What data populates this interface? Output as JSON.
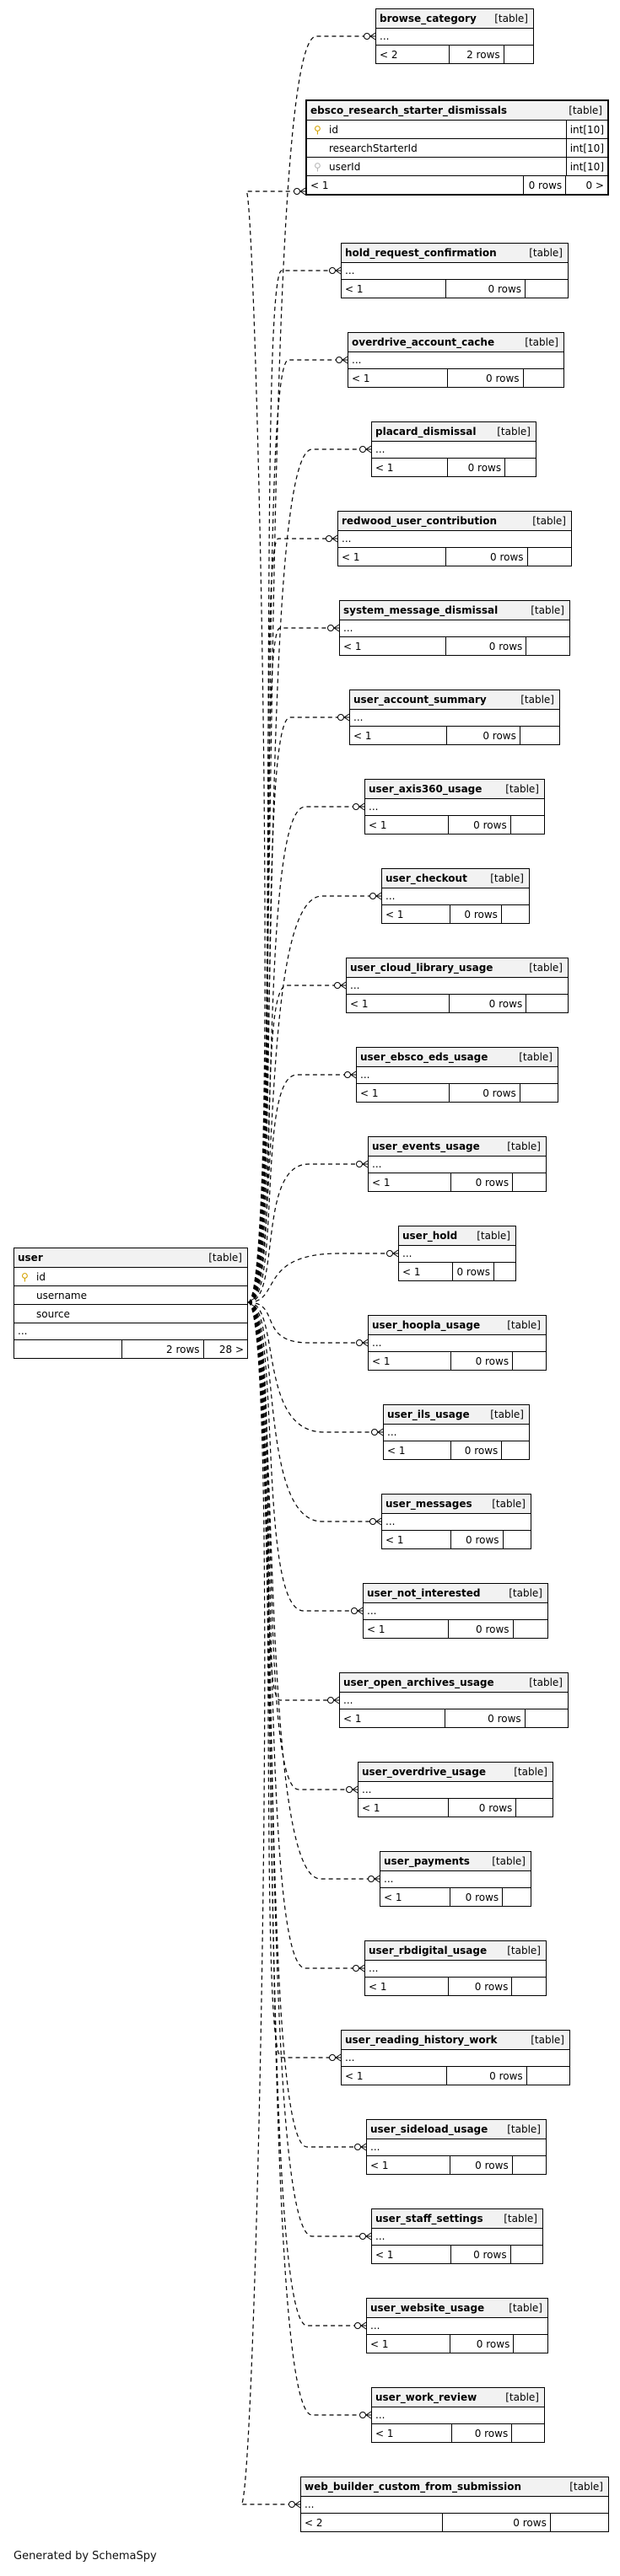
{
  "diagram": {
    "generated_by": "Generated by SchemaSpy",
    "main_table": {
      "name": "user",
      "kind": "[table]",
      "columns": [
        {
          "name": "id",
          "icon": "primary-key-icon"
        },
        {
          "name": "username",
          "icon": ""
        },
        {
          "name": "source",
          "icon": ""
        }
      ],
      "more": "...",
      "footer": [
        "",
        "2 rows",
        "28 >"
      ]
    },
    "focus_table": {
      "name": "ebsco_research_starter_dismissals",
      "kind": "[table]",
      "columns": [
        {
          "name": "id",
          "type": "int[10]",
          "icon": "primary-key-icon"
        },
        {
          "name": "researchStarterId",
          "type": "int[10]",
          "icon": ""
        },
        {
          "name": "userId",
          "type": "int[10]",
          "icon": "foreign-key-icon"
        }
      ],
      "footer": [
        "< 1",
        "0 rows",
        "0 >"
      ]
    },
    "related_tables": [
      {
        "name": "browse_category",
        "kind": "[table]",
        "more": "...",
        "footer": [
          "< 2",
          "2 rows",
          ""
        ]
      },
      {
        "name": "hold_request_confirmation",
        "kind": "[table]",
        "more": "...",
        "footer": [
          "< 1",
          "0 rows",
          ""
        ]
      },
      {
        "name": "overdrive_account_cache",
        "kind": "[table]",
        "more": "...",
        "footer": [
          "< 1",
          "0 rows",
          ""
        ]
      },
      {
        "name": "placard_dismissal",
        "kind": "[table]",
        "more": "...",
        "footer": [
          "< 1",
          "0 rows",
          ""
        ]
      },
      {
        "name": "redwood_user_contribution",
        "kind": "[table]",
        "more": "...",
        "footer": [
          "< 1",
          "0 rows",
          ""
        ]
      },
      {
        "name": "system_message_dismissal",
        "kind": "[table]",
        "more": "...",
        "footer": [
          "< 1",
          "0 rows",
          ""
        ]
      },
      {
        "name": "user_account_summary",
        "kind": "[table]",
        "more": "...",
        "footer": [
          "< 1",
          "0 rows",
          ""
        ]
      },
      {
        "name": "user_axis360_usage",
        "kind": "[table]",
        "more": "...",
        "footer": [
          "< 1",
          "0 rows",
          ""
        ]
      },
      {
        "name": "user_checkout",
        "kind": "[table]",
        "more": "...",
        "footer": [
          "< 1",
          "0 rows",
          ""
        ]
      },
      {
        "name": "user_cloud_library_usage",
        "kind": "[table]",
        "more": "...",
        "footer": [
          "< 1",
          "0 rows",
          ""
        ]
      },
      {
        "name": "user_ebsco_eds_usage",
        "kind": "[table]",
        "more": "...",
        "footer": [
          "< 1",
          "0 rows",
          ""
        ]
      },
      {
        "name": "user_events_usage",
        "kind": "[table]",
        "more": "...",
        "footer": [
          "< 1",
          "0 rows",
          ""
        ]
      },
      {
        "name": "user_hold",
        "kind": "[table]",
        "more": "...",
        "footer": [
          "< 1",
          "0 rows",
          ""
        ]
      },
      {
        "name": "user_hoopla_usage",
        "kind": "[table]",
        "more": "...",
        "footer": [
          "< 1",
          "0 rows",
          ""
        ]
      },
      {
        "name": "user_ils_usage",
        "kind": "[table]",
        "more": "...",
        "footer": [
          "< 1",
          "0 rows",
          ""
        ]
      },
      {
        "name": "user_messages",
        "kind": "[table]",
        "more": "...",
        "footer": [
          "< 1",
          "0 rows",
          ""
        ]
      },
      {
        "name": "user_not_interested",
        "kind": "[table]",
        "more": "...",
        "footer": [
          "< 1",
          "0 rows",
          ""
        ]
      },
      {
        "name": "user_open_archives_usage",
        "kind": "[table]",
        "more": "...",
        "footer": [
          "< 1",
          "0 rows",
          ""
        ]
      },
      {
        "name": "user_overdrive_usage",
        "kind": "[table]",
        "more": "...",
        "footer": [
          "< 1",
          "0 rows",
          ""
        ]
      },
      {
        "name": "user_payments",
        "kind": "[table]",
        "more": "...",
        "footer": [
          "< 1",
          "0 rows",
          ""
        ]
      },
      {
        "name": "user_rbdigital_usage",
        "kind": "[table]",
        "more": "...",
        "footer": [
          "< 1",
          "0 rows",
          ""
        ]
      },
      {
        "name": "user_reading_history_work",
        "kind": "[table]",
        "more": "...",
        "footer": [
          "< 1",
          "0 rows",
          ""
        ]
      },
      {
        "name": "user_sideload_usage",
        "kind": "[table]",
        "more": "...",
        "footer": [
          "< 1",
          "0 rows",
          ""
        ]
      },
      {
        "name": "user_staff_settings",
        "kind": "[table]",
        "more": "...",
        "footer": [
          "< 1",
          "0 rows",
          ""
        ]
      },
      {
        "name": "user_website_usage",
        "kind": "[table]",
        "more": "...",
        "footer": [
          "< 1",
          "0 rows",
          ""
        ]
      },
      {
        "name": "user_work_review",
        "kind": "[table]",
        "more": "...",
        "footer": [
          "< 1",
          "0 rows",
          ""
        ]
      },
      {
        "name": "web_builder_custom_from_submission",
        "kind": "[table]",
        "more": "...",
        "footer": [
          "< 2",
          "0 rows",
          ""
        ]
      }
    ],
    "colors": {
      "line": "#000000",
      "header": "#f2f2f2",
      "primary_key": "#d4a200",
      "foreign_key": "#b8b8b8"
    }
  }
}
